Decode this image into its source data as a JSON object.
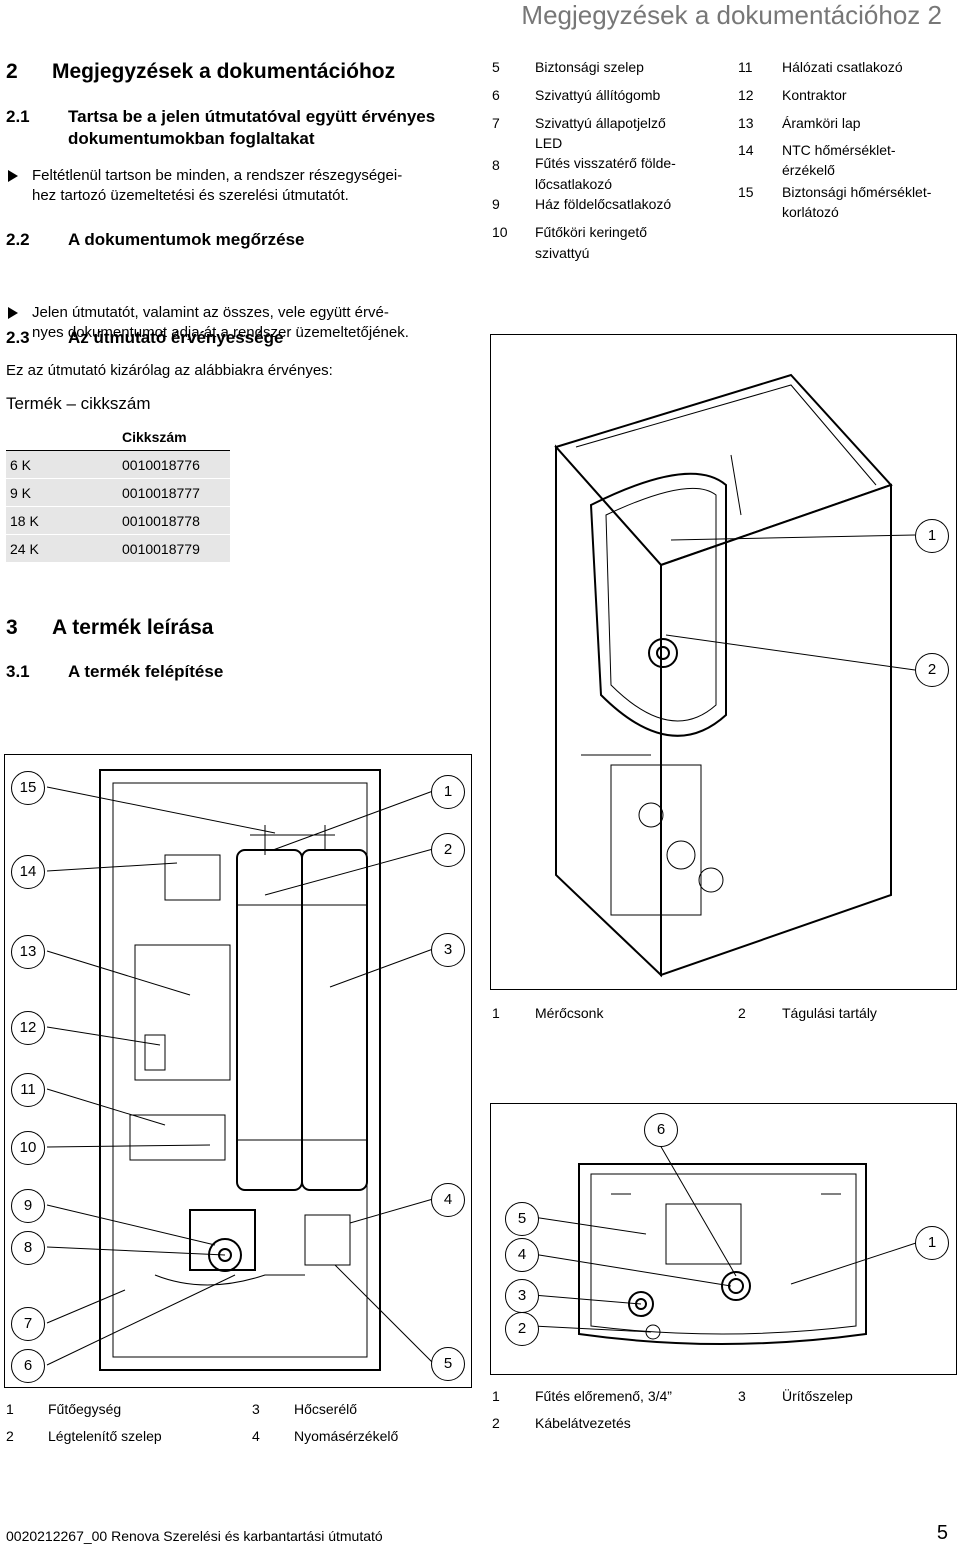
{
  "running_header": "Megjegyzések a dokumentációhoz 2",
  "section2": {
    "num": "2",
    "title": "Megjegyzések a dokumentációhoz",
    "s21": {
      "num": "2.1",
      "title_l1": "Tartsa be a jelen útmutatóval együtt érvényes",
      "title_l2": "dokumentumokban foglaltakat",
      "bullet_l1": "Feltétlenül tartson be minden, a rendszer részegységei-",
      "bullet_l2": "hez tartozó üzemeltetési és szerelési útmutatót."
    },
    "s22": {
      "num": "2.2",
      "title": "A dokumentumok megőrzése",
      "bullet_l1": "Jelen útmutatót, valamint az összes, vele együtt érvé-",
      "bullet_l2": "nyes dokumentumot adja át a rendszer üzemeltetőjének."
    },
    "s23": {
      "num": "2.3",
      "title": "Az útmutató érvényessége",
      "intro": "Ez az útmutató kizárólag az alábbiakra érvényes:",
      "table_title": "Termék – cikkszám",
      "col_header": "Cikkszám",
      "rows": [
        {
          "model": "6 K",
          "code": "0010018776"
        },
        {
          "model": "9 K",
          "code": "0010018777"
        },
        {
          "model": "18 K",
          "code": "0010018778"
        },
        {
          "model": "24 K",
          "code": "0010018779"
        }
      ]
    }
  },
  "section3": {
    "num": "3",
    "title": "A termék leírása",
    "s31": {
      "num": "3.1",
      "title": "A termék felépítése"
    }
  },
  "legend_top": {
    "col1": [
      {
        "n": "5",
        "t1": "Biztonsági szelep",
        "t2": ""
      },
      {
        "n": "6",
        "t1": "Szivattyú állítógomb",
        "t2": ""
      },
      {
        "n": "7",
        "t1": "Szivattyú állapotjelző",
        "t2": "LED"
      },
      {
        "n": "8",
        "t1": "Fűtés visszatérő földe-",
        "t2": "lőcsatlakozó"
      },
      {
        "n": "9",
        "t1": "Ház földelőcsatlakozó",
        "t2": ""
      },
      {
        "n": "10",
        "t1": "Fűtőköri keringető",
        "t2": "szivattyú"
      }
    ],
    "col2": [
      {
        "n": "11",
        "t1": "Hálózati csatlakozó",
        "t2": ""
      },
      {
        "n": "12",
        "t1": "Kontraktor",
        "t2": ""
      },
      {
        "n": "13",
        "t1": "Áramköri lap",
        "t2": ""
      },
      {
        "n": "14",
        "t1": "NTC hőmérséklet-",
        "t2": "érzékelő"
      },
      {
        "n": "15",
        "t1": "Biztonsági hőmérséklet-",
        "t2": "korlátozó"
      }
    ]
  },
  "fig_right_top": {
    "callouts": [
      "1",
      "2"
    ],
    "legend": [
      {
        "n": "1",
        "t": "Mérőcsonk"
      },
      {
        "n": "2",
        "t": "Tágulási tartály"
      }
    ]
  },
  "fig_left": {
    "callouts_left": [
      "15",
      "14",
      "13",
      "12",
      "11",
      "10",
      "9",
      "8",
      "7",
      "6"
    ],
    "callouts_right": [
      "1",
      "2",
      "3",
      "4",
      "5"
    ],
    "legend": [
      {
        "n": "1",
        "t": "Fűtőegység"
      },
      {
        "n": "3",
        "t": "Hőcserélő"
      },
      {
        "n": "2",
        "t": "Légtelenítő szelep"
      },
      {
        "n": "4",
        "t": "Nyomásérzékelő"
      }
    ]
  },
  "fig_right_bottom": {
    "callouts": [
      "6",
      "5",
      "4",
      "1",
      "3",
      "2"
    ],
    "legend": [
      {
        "n": "1",
        "t": "Fűtés előremenő, 3/4”"
      },
      {
        "n": "3",
        "t": "Ürítőszelep"
      },
      {
        "n": "2",
        "t": "Kábelátvezetés"
      }
    ]
  },
  "footer": {
    "doc": "0020212267_00 Renova Szerelési és karbantartási útmutató",
    "page": "5"
  }
}
